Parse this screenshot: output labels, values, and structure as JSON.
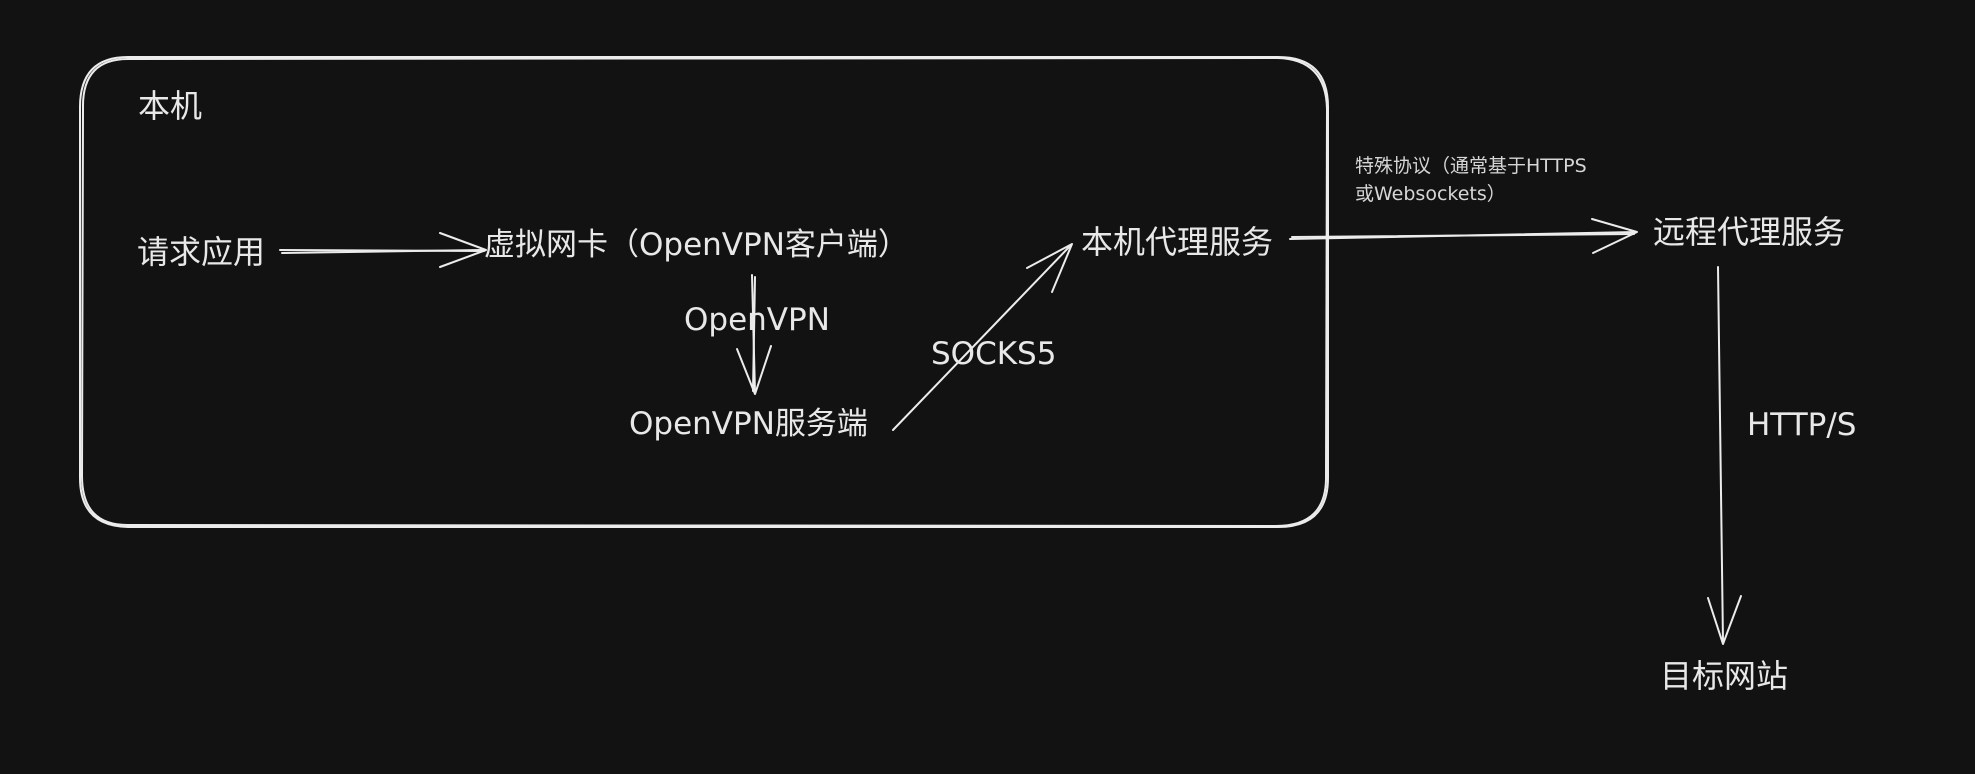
{
  "container": {
    "label": "本机"
  },
  "nodes": {
    "request_app": "请求应用",
    "virtual_nic": "虚拟网卡（OpenVPN客户端）",
    "openvpn_server": "OpenVPN服务端",
    "local_proxy": "本机代理服务",
    "remote_proxy": "远程代理服务",
    "target_site": "目标网站"
  },
  "edges": {
    "openvpn": "OpenVPN",
    "socks5": "SOCKS5",
    "special_protocol_line1": "特殊协议（通常基于HTTPS",
    "special_protocol_line2": "或Websockets）",
    "https": "HTTP/S"
  },
  "colors": {
    "background": "#121212",
    "stroke": "#ececec",
    "text": "#e8e8e8"
  }
}
